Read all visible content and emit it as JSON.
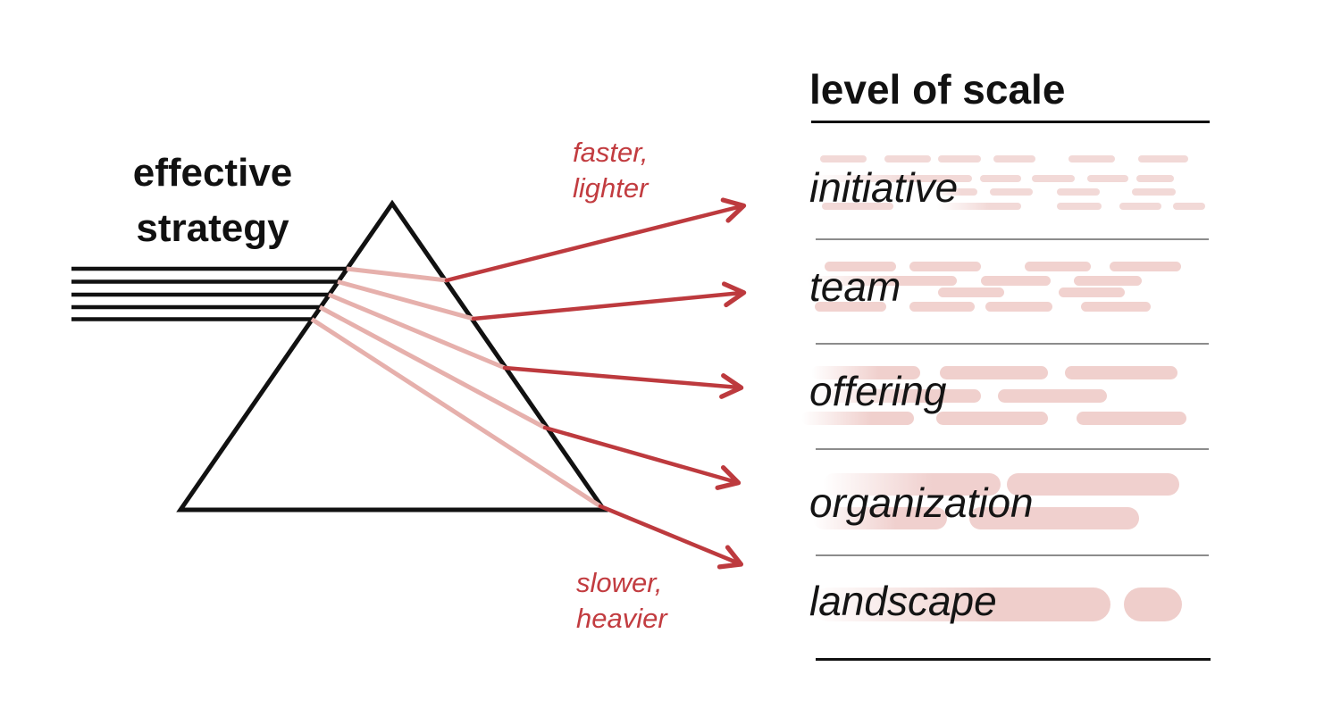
{
  "diagram": {
    "left_label": "effective\nstrategy",
    "top_note": "faster,\nlighter",
    "bottom_note": "slower,\nheavier"
  },
  "panel": {
    "title": "level of scale",
    "rows": [
      {
        "label": "initiative",
        "dash_color": "#f2d9d7",
        "dashes": [
          [
            918,
            174,
            52,
            8,
            0
          ],
          [
            990,
            174,
            52,
            8,
            0
          ],
          [
            1050,
            174,
            48,
            8,
            0
          ],
          [
            1112,
            174,
            47,
            8,
            0
          ],
          [
            1196,
            174,
            52,
            8,
            0
          ],
          [
            1274,
            174,
            56,
            8,
            0
          ],
          [
            910,
            196,
            178,
            8,
            1
          ],
          [
            1097,
            196,
            46,
            8,
            0
          ],
          [
            1155,
            196,
            48,
            8,
            0
          ],
          [
            1217,
            196,
            46,
            8,
            0
          ],
          [
            1272,
            196,
            42,
            8,
            0
          ],
          [
            1047,
            211,
            47,
            8,
            1
          ],
          [
            1108,
            211,
            48,
            8,
            0
          ],
          [
            1183,
            211,
            48,
            8,
            0
          ],
          [
            1267,
            211,
            49,
            8,
            0
          ],
          [
            920,
            227,
            80,
            8,
            0
          ],
          [
            1048,
            227,
            95,
            8,
            1
          ],
          [
            1183,
            227,
            50,
            8,
            0
          ],
          [
            1253,
            227,
            47,
            8,
            0
          ],
          [
            1313,
            227,
            36,
            8,
            0
          ]
        ]
      },
      {
        "label": "team",
        "dash_color": "#f1d2cf",
        "dashes": [
          [
            923,
            293,
            80,
            11,
            0
          ],
          [
            1018,
            293,
            80,
            11,
            0
          ],
          [
            1147,
            293,
            74,
            11,
            0
          ],
          [
            1242,
            293,
            80,
            11,
            0
          ],
          [
            903,
            309,
            168,
            11,
            1
          ],
          [
            1098,
            309,
            78,
            11,
            0
          ],
          [
            1202,
            309,
            76,
            11,
            0
          ],
          [
            1050,
            322,
            74,
            11,
            0
          ],
          [
            1185,
            322,
            74,
            11,
            0
          ],
          [
            912,
            338,
            80,
            11,
            0
          ],
          [
            1018,
            338,
            73,
            11,
            0
          ],
          [
            1103,
            338,
            75,
            11,
            0
          ],
          [
            1210,
            338,
            78,
            11,
            0
          ]
        ]
      },
      {
        "label": "offering",
        "dash_color": "#f0d0cd",
        "dashes": [
          [
            908,
            410,
            122,
            15,
            1
          ],
          [
            1052,
            410,
            121,
            15,
            0
          ],
          [
            1192,
            410,
            126,
            15,
            0
          ],
          [
            908,
            436,
            190,
            15,
            1
          ],
          [
            1117,
            436,
            122,
            15,
            0
          ],
          [
            897,
            461,
            126,
            15,
            1
          ],
          [
            1048,
            461,
            125,
            15,
            0
          ],
          [
            1205,
            461,
            123,
            15,
            0
          ]
        ]
      },
      {
        "label": "organization",
        "dash_color": "#f0d0ce",
        "dashes": [
          [
            921,
            530,
            199,
            25,
            1
          ],
          [
            1127,
            530,
            193,
            25,
            0
          ],
          [
            910,
            568,
            150,
            25,
            1
          ],
          [
            1085,
            568,
            190,
            25,
            0
          ]
        ]
      },
      {
        "label": "landscape",
        "dash_color": "#efcecb",
        "dashes": [
          [
            908,
            658,
            335,
            38,
            1
          ],
          [
            1258,
            658,
            65,
            38,
            0
          ]
        ]
      }
    ]
  },
  "colors": {
    "ink": "#111111",
    "red": "#bd3a3e",
    "red_text": "#c23c40",
    "pink_ray": "#e6b0ac",
    "separator_gray": "#8c8c8c"
  }
}
